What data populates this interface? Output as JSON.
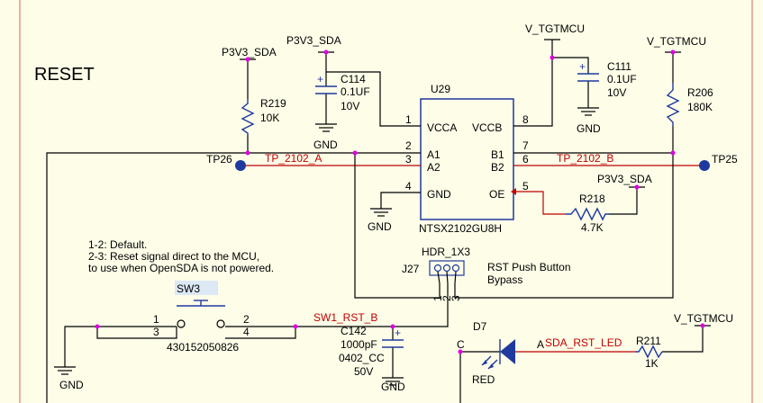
{
  "title": "RESET",
  "colors": {
    "background": "#fdfde8",
    "net_label": "#c00000",
    "component": "#1f3a9e",
    "junction": "#e000e0",
    "frame": "#e06060"
  },
  "u29": {
    "ref": "U29",
    "part": "NTSX2102GU8H",
    "pins": [
      {
        "num": "1",
        "name": "VCCA"
      },
      {
        "num": "2",
        "name": "A1"
      },
      {
        "num": "3",
        "name": "A2"
      },
      {
        "num": "4",
        "name": "GND"
      },
      {
        "num": "8",
        "name": "VCCB"
      },
      {
        "num": "7",
        "name": "B1"
      },
      {
        "num": "6",
        "name": "B2"
      },
      {
        "num": "5",
        "name": "OE"
      }
    ]
  },
  "power": {
    "p3v3_left": "P3V3_SDA",
    "p3v3_top": "P3V3_SDA",
    "vtgt_mid": "V_TGTMCU",
    "vtgt_right": "V_TGTMCU",
    "p3v3_oe": "P3V3_SDA",
    "vtgt_bottom": "V_TGTMCU"
  },
  "gnd_labels": [
    "GND",
    "GND",
    "GND",
    "GND",
    "GND"
  ],
  "r219": {
    "ref": "R219",
    "value": "10K"
  },
  "r206": {
    "ref": "R206",
    "value": "180K"
  },
  "r218": {
    "ref": "R218",
    "value": "4.7K"
  },
  "r211": {
    "ref": "R211",
    "value": "1K"
  },
  "c114": {
    "ref": "C114",
    "value": "0.1UF",
    "voltage": "10V"
  },
  "c111": {
    "ref": "C111",
    "value": "0.1UF",
    "voltage": "10V"
  },
  "c142": {
    "ref": "C142",
    "value": "1000pF",
    "package": "0402_CC",
    "voltage": "50V"
  },
  "tp26": "TP26",
  "tp25": "TP25",
  "nets": {
    "tp_a": "TP_2102_A",
    "tp_b": "TP_2102_B",
    "sw1_rst": "SW1_RST_B",
    "sda_rst_led": "SDA_RST_LED"
  },
  "header": {
    "type": "HDR_1X3",
    "ref": "J27",
    "pins": [
      "1",
      "2",
      "3"
    ],
    "desc1": "RST Push Button",
    "desc2": "Bypass"
  },
  "notes": [
    "1-2: Default.",
    "2-3: Reset signal direct to the MCU,",
    "to use when OpenSDA is not powered."
  ],
  "sw3": {
    "ref": "SW3",
    "part": "430152050826",
    "pins": [
      "1",
      "3",
      "2",
      "4"
    ]
  },
  "d7": {
    "ref": "D7",
    "color": "RED",
    "cathode": "C",
    "anode": "A"
  }
}
